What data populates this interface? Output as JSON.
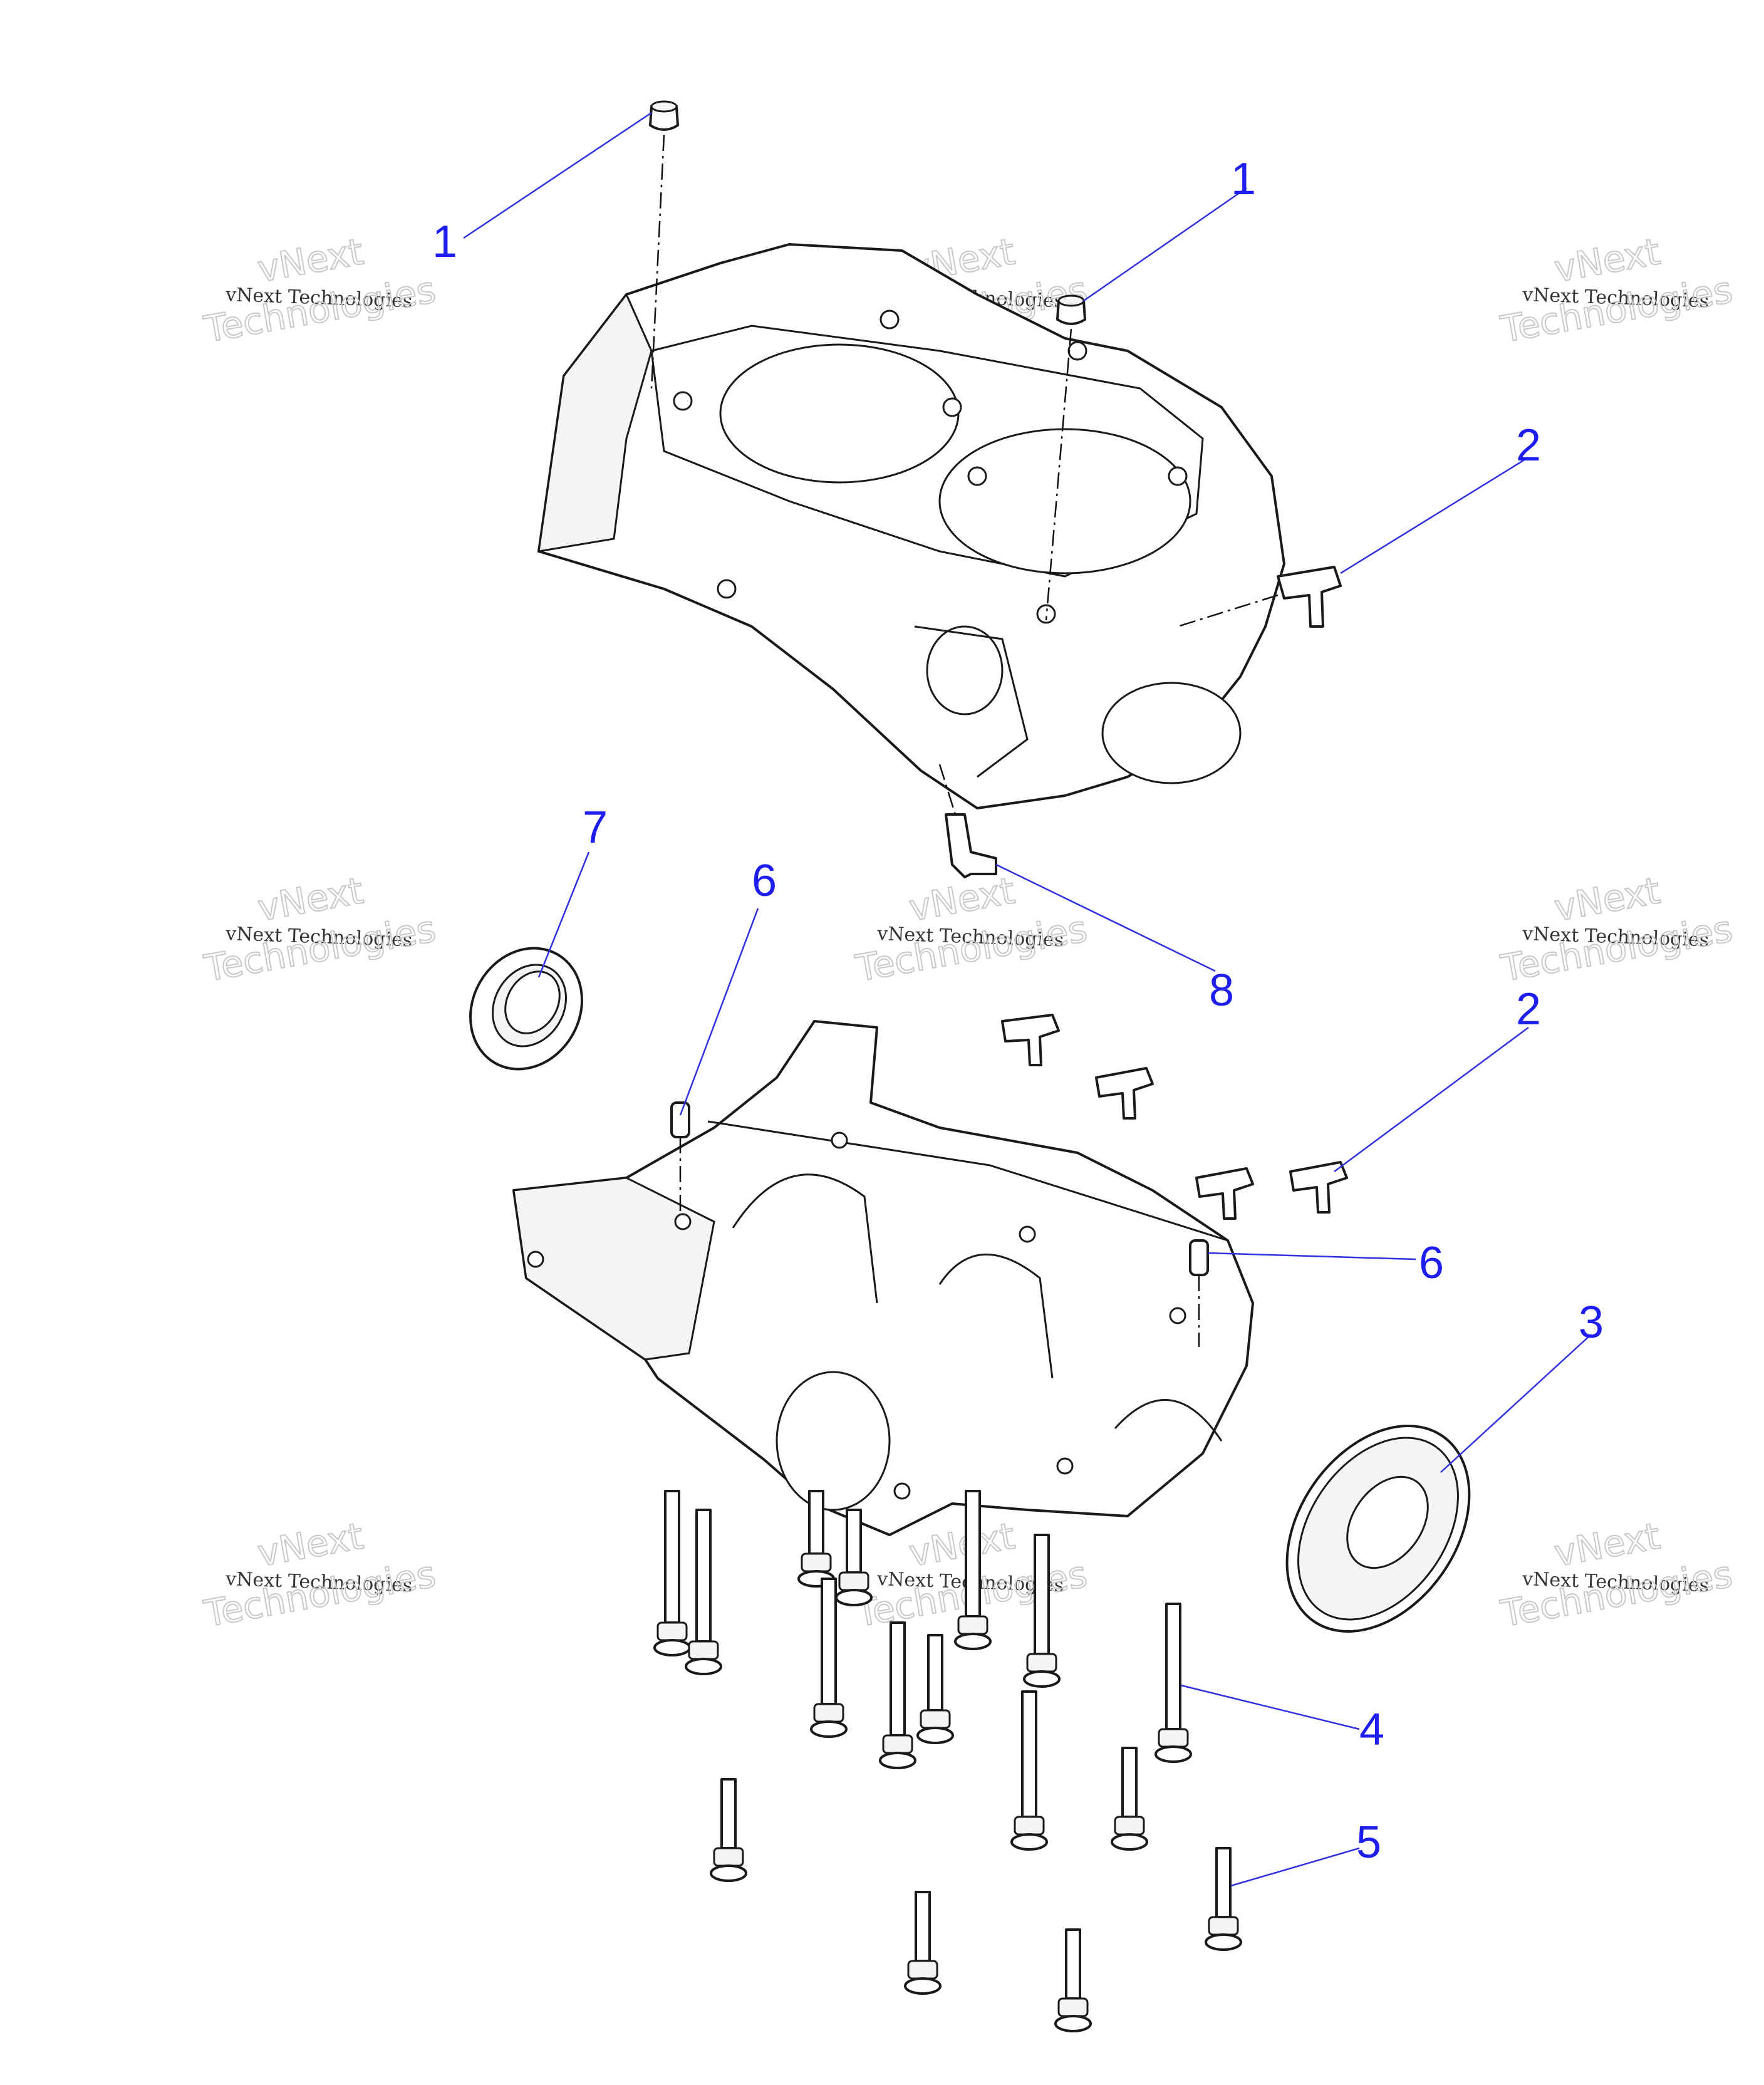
{
  "watermark": {
    "line1": "vNext Technologies",
    "line2_outline": "vNext",
    "line3_outline": "Technologies"
  },
  "callouts": [
    {
      "id": "c1a",
      "label": "1"
    },
    {
      "id": "c1b",
      "label": "1"
    },
    {
      "id": "c2a",
      "label": "2"
    },
    {
      "id": "c2b",
      "label": "2"
    },
    {
      "id": "c3",
      "label": "3"
    },
    {
      "id": "c4",
      "label": "4"
    },
    {
      "id": "c5",
      "label": "5"
    },
    {
      "id": "c6a",
      "label": "6"
    },
    {
      "id": "c6b",
      "label": "6"
    },
    {
      "id": "c7",
      "label": "7"
    },
    {
      "id": "c8",
      "label": "8"
    }
  ],
  "colors": {
    "callout": "#1e1ef0",
    "line_art": "#1a1a1a",
    "watermark_outline": "#c8c8c8",
    "background": "#ffffff"
  }
}
